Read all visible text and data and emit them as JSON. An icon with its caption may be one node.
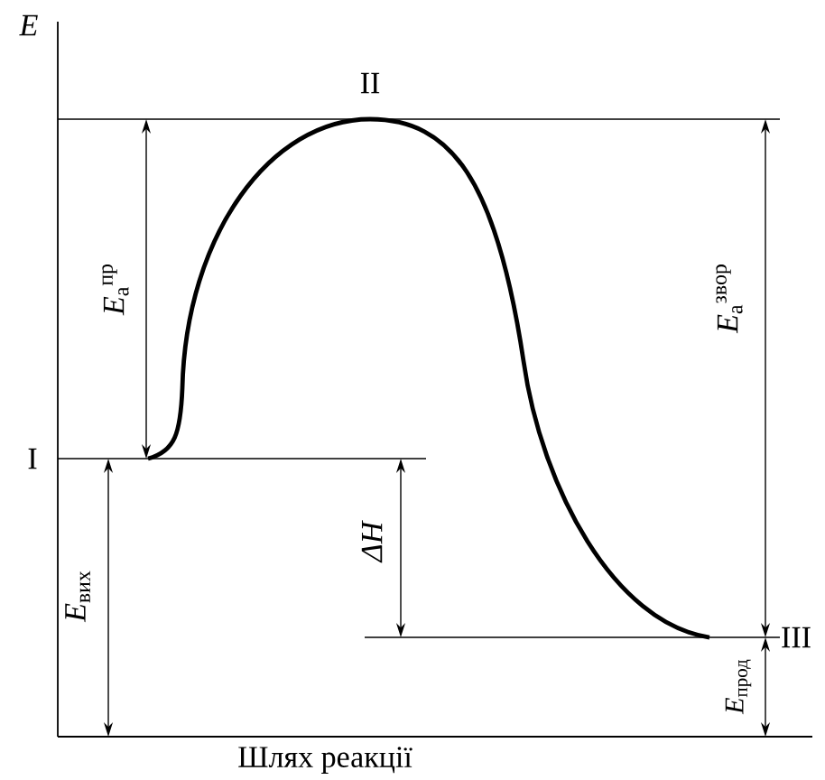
{
  "diagram": {
    "labels": [
      "*E*",
      "II",
      "I",
      "III",
      "*E*$_{a}$$^{пр}$",
      "*E*$_{вих}$",
      "ΔH",
      "*E*$_{a}$$^{звор}$",
      "*E*$_{прод}$",
      "Шлях реакції"
    ]
  }
}
